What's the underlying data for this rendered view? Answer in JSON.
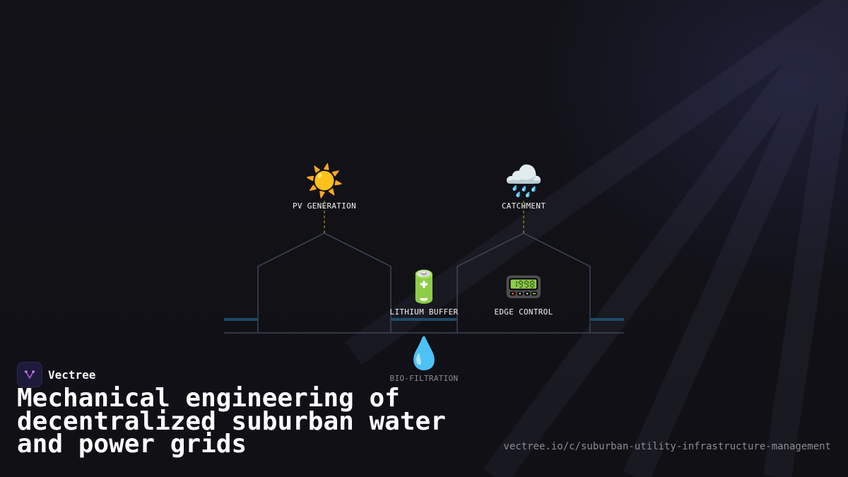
{
  "diagram": {
    "nodes": {
      "pv": {
        "icon": "sun-icon",
        "glyph": "☀️",
        "label": "PV GENERATION"
      },
      "catchment": {
        "icon": "rain-cloud-icon",
        "glyph": "🌧️",
        "label": "CATCHMENT"
      },
      "battery": {
        "icon": "battery-icon",
        "glyph": "🔋",
        "label": "LITHIUM BUFFER"
      },
      "edge": {
        "icon": "pager-icon",
        "glyph": "📟",
        "label": "EDGE CONTROL"
      },
      "bio": {
        "icon": "water-drop-icon",
        "glyph": "💧",
        "label": "BIO-FILTRATION"
      }
    },
    "colors": {
      "house_outline": "#3a4656",
      "pipe": "#1f4a68",
      "dashed_link": "#c9a227"
    }
  },
  "brand": {
    "name": "Vectree",
    "logo_color": "#b05ae0"
  },
  "title": "Mechanical engineering of decentralized suburban water and power grids",
  "url": "vectree.io/c/suburban-utility-infrastructure-management"
}
